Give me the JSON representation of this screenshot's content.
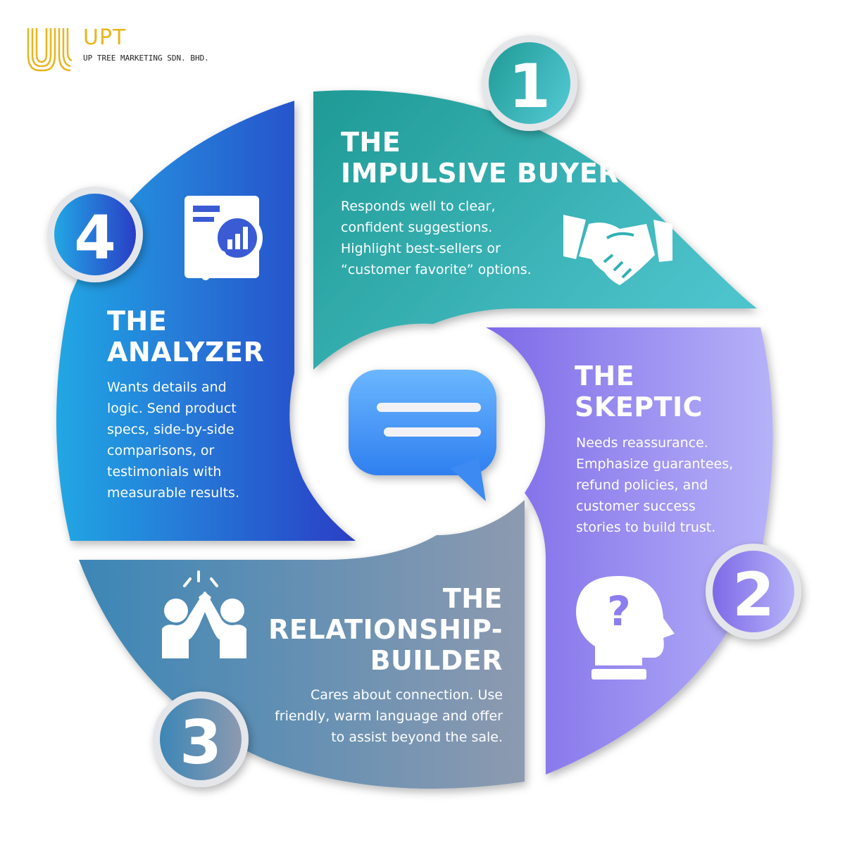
{
  "brand": {
    "name": "UPT",
    "subtitle": "UP TREE MARKETING SDN. BHD.",
    "color": "#e8b51c"
  },
  "segments": [
    {
      "number": "1",
      "title_lines": [
        "THE",
        "IMPULSIVE BUYER"
      ],
      "body_lines": [
        "Responds well to clear,",
        "confident suggestions.",
        "Highlight best-sellers or",
        "“customer favorite” options."
      ],
      "icon": "handshake-icon",
      "colors": [
        "#1f9a95",
        "#4dc3cc"
      ]
    },
    {
      "number": "2",
      "title_lines": [
        "THE",
        "SKEPTIC"
      ],
      "body_lines": [
        "Needs reassurance.",
        "Emphasize guarantees,",
        "refund policies, and",
        "customer success",
        "stories to build trust."
      ],
      "icon": "question-head-icon",
      "colors": [
        "#7d6ae8",
        "#b6b2f8"
      ]
    },
    {
      "number": "3",
      "title_lines": [
        "THE",
        "RELATIONSHIP-",
        "BUILDER"
      ],
      "body_lines": [
        "Cares about connection. Use",
        "friendly, warm language and offer",
        "to assist beyond the sale."
      ],
      "icon": "high-five-icon",
      "colors": [
        "#3c86b6",
        "#8d9ab0"
      ]
    },
    {
      "number": "4",
      "title_lines": [
        "THE",
        "ANALYZER"
      ],
      "body_lines": [
        "Wants details and",
        "logic. Send product",
        "specs, side-by-side",
        "comparisons, or",
        "testimonials with",
        "measurable results."
      ],
      "icon": "report-magnifier-icon",
      "colors": [
        "#22a7e4",
        "#2a3ec6"
      ]
    }
  ],
  "center": {
    "icon": "chat-bubble-icon"
  }
}
